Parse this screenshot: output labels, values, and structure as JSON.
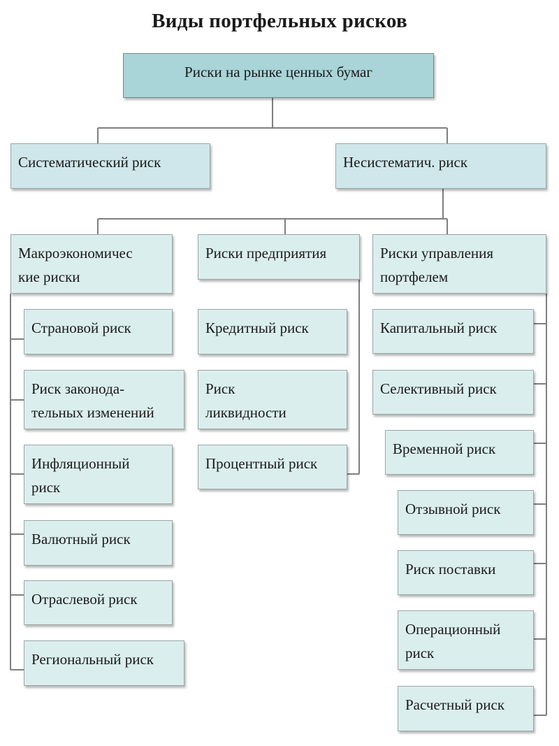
{
  "title": "Виды портфельных рисков",
  "root": "Риски на рынке ценных бумаг",
  "level1": {
    "systematic": "Систематический риск",
    "unsystematic": "Несистематич. риск"
  },
  "level2": {
    "macro": "Макроэкономичес\nкие риски",
    "enterprise": "Риски предприятия",
    "portfolio": "Риски управления\nпортфелем"
  },
  "macro_items": [
    "Страновой риск",
    "Риск законода-\nтельных изменений",
    "Инфляционный\nриск",
    "Валютный риск",
    "Отраслевой риск",
    "Региональный риск"
  ],
  "enterprise_items": [
    "Кредитный риск",
    "Риск\nликвидности",
    "Процентный риск"
  ],
  "portfolio_items": [
    "Капитальный риск",
    "Селективный риск",
    "Временной риск",
    "Отзывной риск",
    "Риск поставки",
    "Операционный\nриск",
    "Расчетный риск"
  ]
}
